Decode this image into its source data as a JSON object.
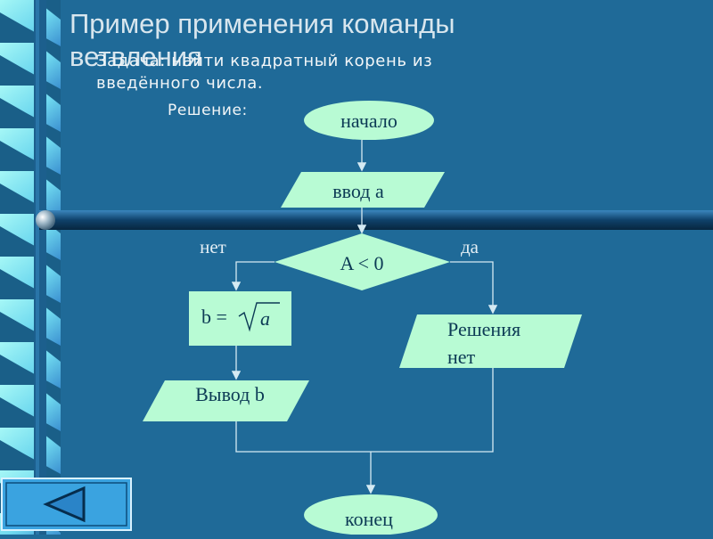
{
  "slide": {
    "title": "Пример применения команды ветвления",
    "task": "Задача: найти квадратный корень из введённого числа.",
    "solution_label": "Решение:"
  },
  "flowchart": {
    "start": "начало",
    "input": "ввод a",
    "condition": "A < 0",
    "branch_no": "нет",
    "branch_yes": "да",
    "assign_prefix": "b =",
    "assign_radicand": "a",
    "output": "Вывод b",
    "no_solution_line1": "Решения",
    "no_solution_line2": "нет",
    "end": "конец"
  },
  "navigation": {
    "back_icon": "triangle-left-icon"
  },
  "colors": {
    "background": "#1f6a98",
    "shape_fill": "#b8fbd4",
    "connector": "#d5eaf3",
    "rail_light": "#8ff2f6",
    "rail_dark": "#3a8fd0",
    "divider": "#0d3e64"
  }
}
